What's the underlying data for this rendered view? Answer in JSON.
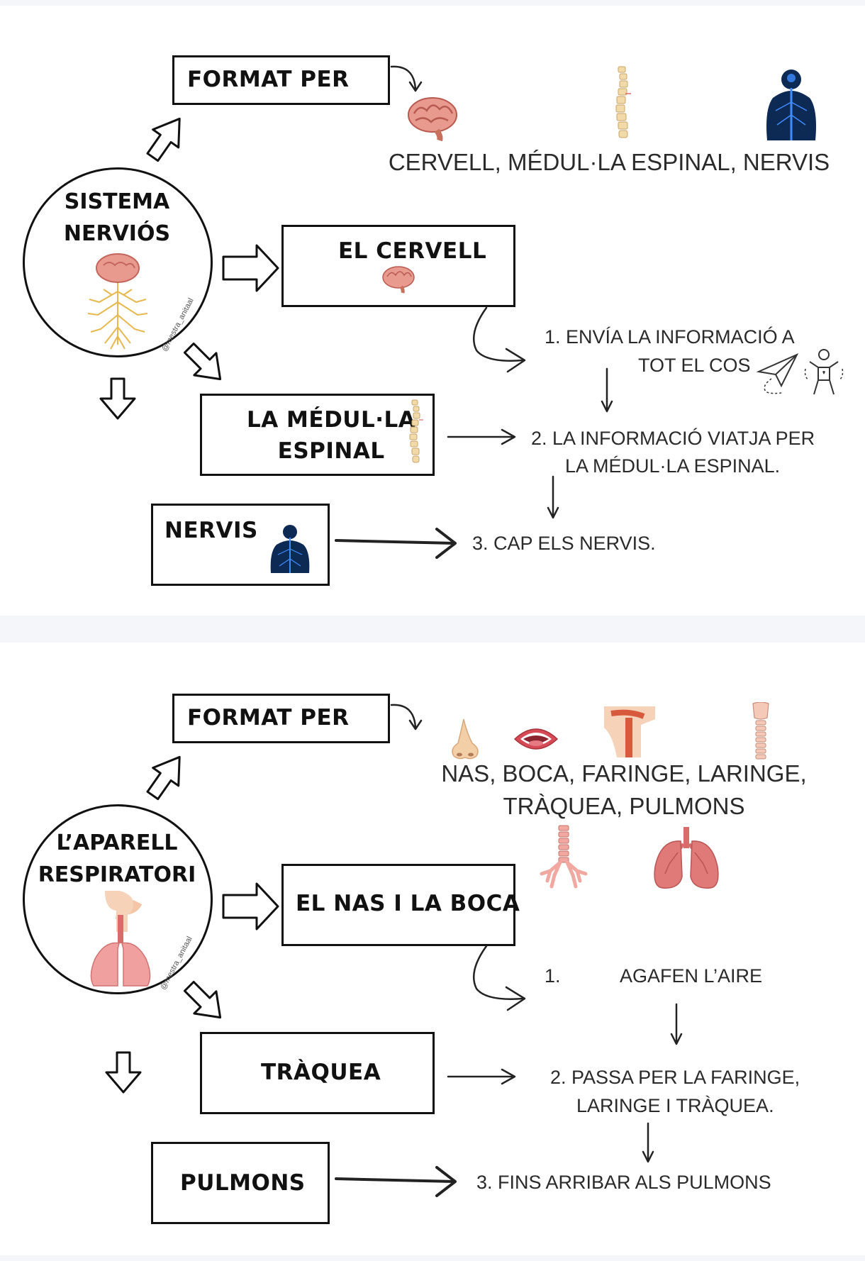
{
  "nervous": {
    "title_line1": "SISTEMA",
    "title_line2": "NERVIÓS",
    "watermark": "@mestra_anitaal",
    "format_label": "FORMAT PER",
    "components_text": "CERVELL, MÉDUL·LA ESPINAL, NERVIS",
    "box_brain": "EL CERVELL",
    "box_spine_line1": "LA MÉDUL·LA",
    "box_spine_line2": "ESPINAL",
    "box_nerves": "NERVIS",
    "step1_line1": "1.  ENVÍA LA INFORMACIÓ A",
    "step1_line2": "TOT EL COS",
    "step2_line1": "2. LA INFORMACIÓ VIATJA PER",
    "step2_line2": "LA MÉDUL·LA ESPINAL.",
    "step3": "3. CAP ELS NERVIS."
  },
  "respiratory": {
    "title_line1": "L’APARELL",
    "title_line2": "RESPIRATORI",
    "watermark": "@mestra_anitaal",
    "format_label": "FORMAT PER",
    "components_line1": "NAS, BOCA, FARINGE, LARINGE,",
    "components_line2": "TRÀQUEA, PULMONS",
    "box_nose_mouth": "EL NAS I LA BOCA",
    "box_trachea": "TRÀQUEA",
    "box_lungs": "PULMONS",
    "step1_num": "1.",
    "step1_text": "AGAFEN L’AIRE",
    "step2_line1": "2. PASSA PER LA FARINGE,",
    "step2_line2": "LARINGE I TRÀQUEA.",
    "step3": "3. FINS ARRIBAR ALS PULMONS"
  },
  "icons": [
    "brain-icon",
    "spine-icon",
    "body-nerves-icon",
    "paper-plane-icon",
    "person-icon",
    "nervous-system-icon",
    "nose-icon",
    "mouth-icon",
    "pharynx-icon",
    "larynx-icon",
    "trachea-icon",
    "lungs-icon",
    "respiratory-system-icon"
  ],
  "colors": {
    "background": "#f4f6fa",
    "panel": "#ffffff",
    "ink": "#111111",
    "brain": "#e89a8f",
    "spine": "#f1d9a8",
    "nerves": "#1f4a8a",
    "lungs": "#e07a78"
  }
}
